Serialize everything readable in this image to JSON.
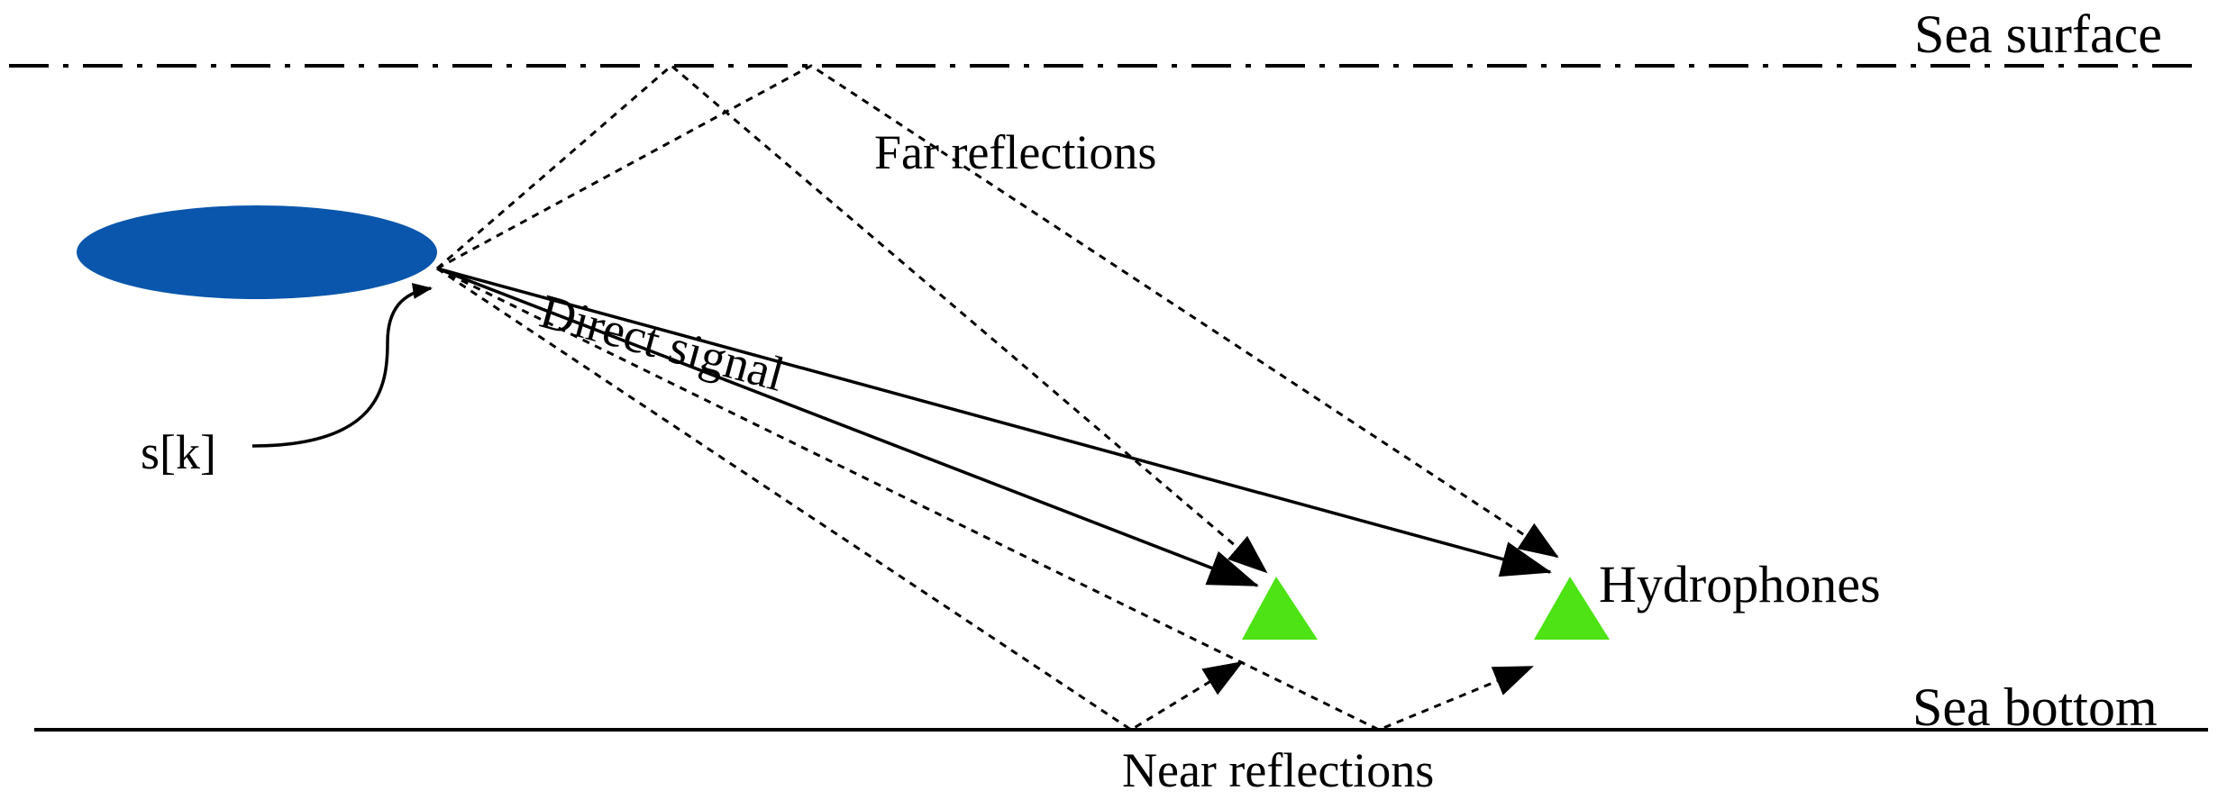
{
  "labels": {
    "sea_surface": "Sea surface",
    "far_reflections": "Far reflections",
    "direct_signal": "Direct signal",
    "source_signal": "s[k]",
    "hydrophones": "Hydrophones",
    "sea_bottom": "Sea bottom",
    "near_reflections": "Near reflections"
  },
  "colors": {
    "source": "#0a56ac",
    "hydrophone": "#4de314",
    "line": "#000000"
  },
  "icons": {
    "source": "ellipse-source-icon",
    "hydrophone": "triangle-hydrophone-icon"
  }
}
